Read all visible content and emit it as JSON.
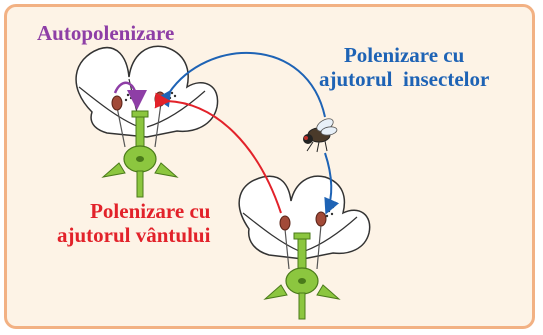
{
  "labels": {
    "self_pollination": "Autopolenizare",
    "insect_line1": "Polenizare cu",
    "insect_line2": "ajutorul  insectelor",
    "wind_line1": "Polenizare cu",
    "wind_line2": "ajutorul vântului"
  },
  "colors": {
    "frame_bg": "#fdf3e6",
    "frame_border": "#f2b183",
    "self_pollination": "#8e3ea6",
    "insect": "#1e63b5",
    "wind": "#e2222a",
    "stem": "#8cc63f",
    "anther": "#a24a38"
  }
}
